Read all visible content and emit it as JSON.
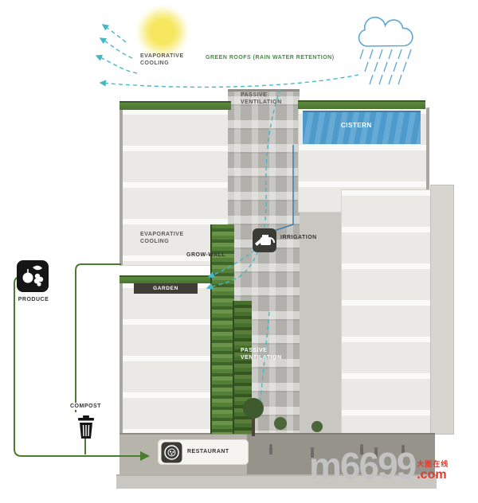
{
  "labels": {
    "evap_cooling_top": "EVAPORATIVE\nCOOLING",
    "green_roofs": "GREEN ROOFS (RAIN WATER RETENTION)",
    "passive_vent_top": "PASSIVE\nVENTILATION",
    "cistern": "CISTERN",
    "evap_cooling_mid": "EVAPORATIVE\nCOOLING",
    "irrigation": "IRRIGATION",
    "grow_wall": "GROW-WALL",
    "garden": "GARDEN",
    "produce": "PRODUCE",
    "passive_vent_mid": "PASSIVE\nVENTILATION",
    "compost": "COMPOST",
    "restaurant": "RESTAURANT"
  },
  "watermark": {
    "name": "m6699",
    "cn": "大图在线",
    "suffix": ".com"
  },
  "colors": {
    "teal": "#45b8c6",
    "green_line": "#4a7d32",
    "label_green": "#3f8f3f",
    "water_blue": "#5ba3cf",
    "rain_blue": "#5aa7d8",
    "watermark_gray": "#c3c3c3",
    "watermark_red": "#e03a2f"
  }
}
